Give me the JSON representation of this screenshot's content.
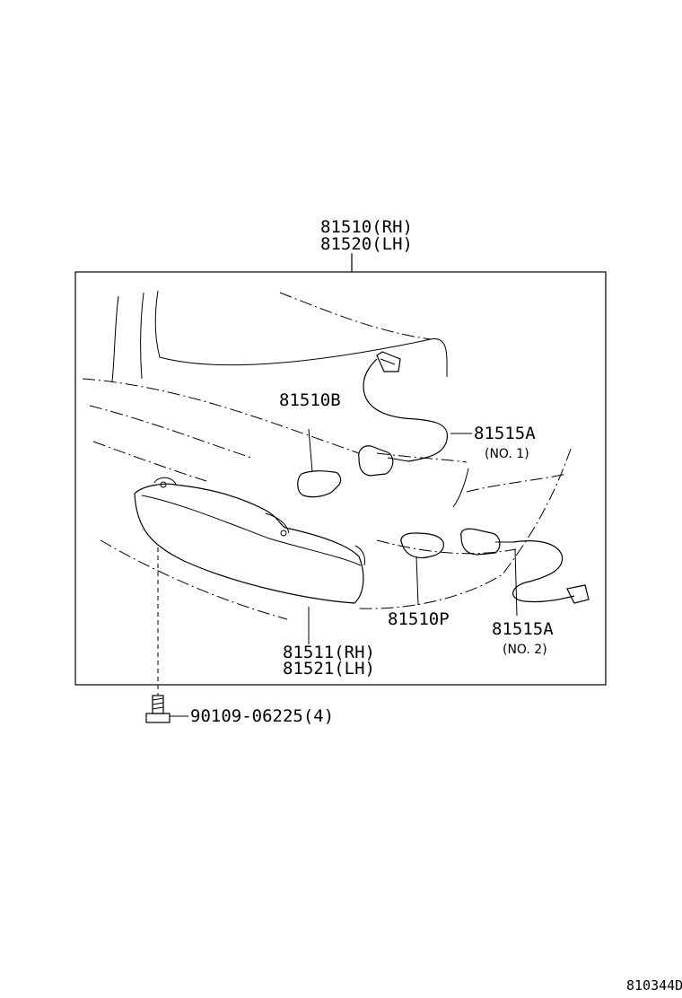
{
  "assembly": {
    "part_rh": "81510(RH)",
    "part_lh": "81520(LH)"
  },
  "bulb_front": {
    "part": "81510B"
  },
  "bulb_side": {
    "part": "81510P"
  },
  "socket_1": {
    "part": "81515A",
    "note": "(NO. 1)"
  },
  "socket_2": {
    "part": "81515A",
    "note": "(NO. 2)"
  },
  "lens": {
    "part_rh": "81511(RH)",
    "part_lh": "81521(LH)"
  },
  "screw": {
    "part": "90109-06225(4)"
  },
  "diagram_ref": "810344D"
}
